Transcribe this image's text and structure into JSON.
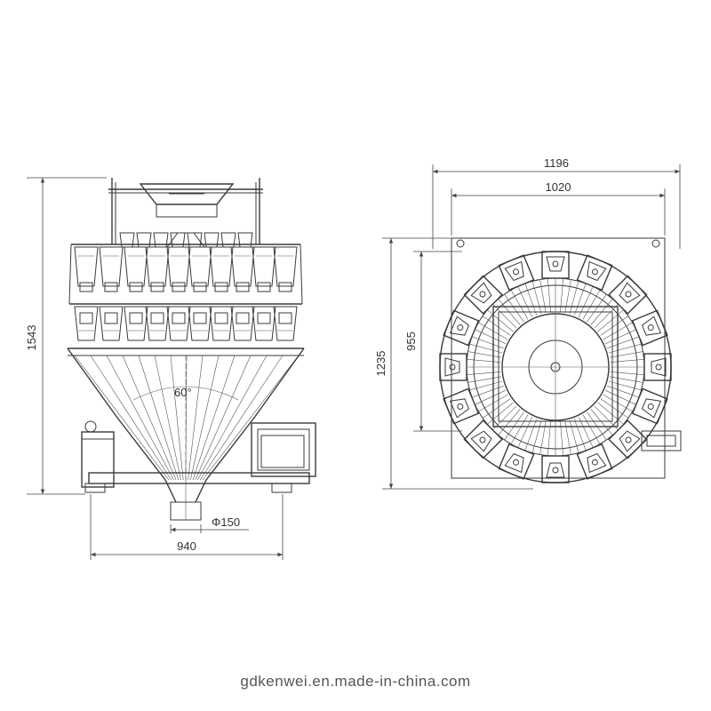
{
  "dimensions": {
    "front_height": "1543",
    "front_width": "940",
    "discharge_diameter": "Φ150",
    "cone_angle": "60°",
    "top_overall_width": "1196",
    "top_frame_width": "1020",
    "top_overall_height": "1235",
    "top_frame_height": "955"
  },
  "watermark": "gdkenwei.en.made-in-china.com",
  "colors": {
    "line": "#3a3a3a",
    "text": "#333333",
    "background": "#ffffff"
  }
}
